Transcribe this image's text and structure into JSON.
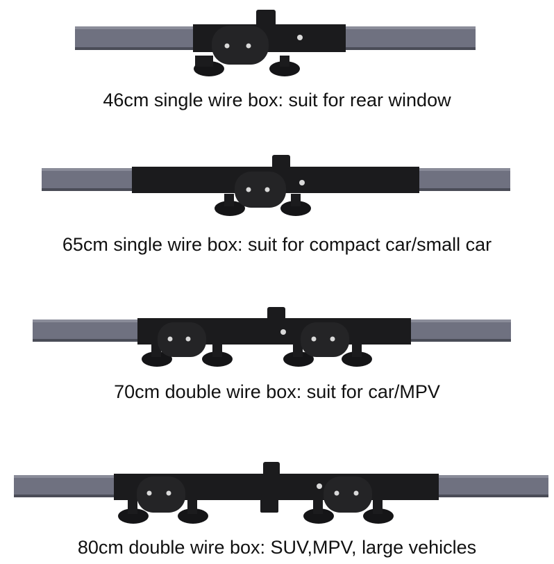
{
  "products": [
    {
      "size": "46cm",
      "caption": "46cm single wire box: suit for rear window",
      "wire_boxes": 1
    },
    {
      "size": "65cm",
      "caption": "65cm single wire box: suit for compact car/small car",
      "wire_boxes": 1
    },
    {
      "size": "70cm",
      "caption": "70cm double wire box: suit for car/MPV",
      "wire_boxes": 2
    },
    {
      "size": "80cm",
      "caption": "80cm double wire box: SUV,MPV, large vehicles",
      "wire_boxes": 2
    }
  ],
  "colors": {
    "rail_gray": "#6f7180",
    "rail_edge": "#4a4c57",
    "bar_black": "#1b1b1d",
    "box_black": "#242426",
    "suction_black": "#151517",
    "background": "#ffffff"
  }
}
